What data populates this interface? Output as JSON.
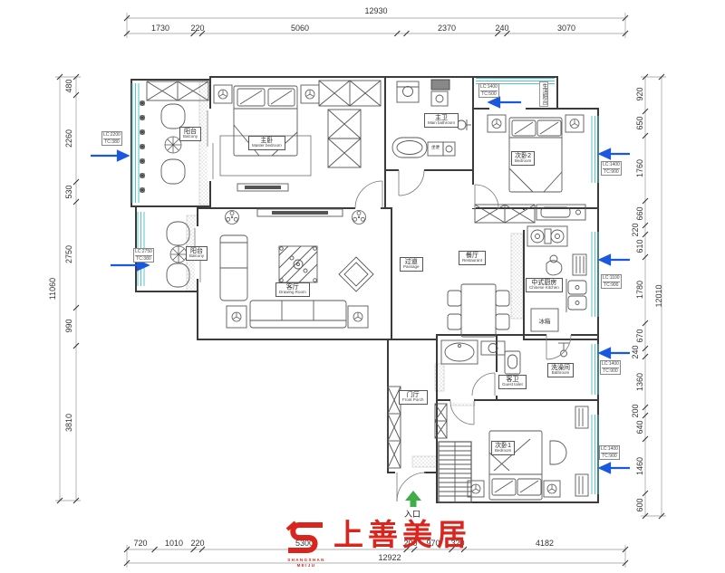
{
  "dims": {
    "top": {
      "overall": "12930",
      "segments": [
        "1730",
        "220",
        "5060",
        "2370",
        "240",
        "3070"
      ]
    },
    "left": {
      "overall": "11060",
      "segments": [
        "480",
        "2260",
        "530",
        "2750",
        "990",
        "3810"
      ]
    },
    "right": {
      "overall": "12010",
      "segments": [
        "920",
        "650",
        "1760",
        "660",
        "220",
        "610",
        "1780",
        "670",
        "240",
        "1360",
        "200",
        "640",
        "1460",
        "600"
      ]
    },
    "bottom": {
      "overall": "12922",
      "segments": [
        "720",
        "1010",
        "220",
        "5300",
        "200",
        "970",
        "320",
        "4182"
      ]
    }
  },
  "rooms": [
    {
      "zh": "阳台",
      "en": "Balcony"
    },
    {
      "zh": "主卧",
      "en": "Master bedroom"
    },
    {
      "zh": "主卫",
      "en": "Main bathroom"
    },
    {
      "zh": "次卧2",
      "en": "Bedroom"
    },
    {
      "zh": "阳台",
      "en": "Balcony"
    },
    {
      "zh": "客厅",
      "en": "Drawing Room"
    },
    {
      "zh": "过道",
      "en": "Passage"
    },
    {
      "zh": "餐厅",
      "en": "Restaurant"
    },
    {
      "zh": "中式厨房",
      "en": "Chinese Kitchen"
    },
    {
      "zh": "客卫",
      "en": "Guest toilet"
    },
    {
      "zh": "洗澡间",
      "en": "Bathroom"
    },
    {
      "zh": "门厅",
      "en": "Front Porch"
    },
    {
      "zh": "次卧1",
      "en": "Bedroom"
    }
  ],
  "specs": [
    {
      "l1": "LC:2200",
      "l2": "TC:380"
    },
    {
      "l1": "LC:2750",
      "l2": "TC:380"
    },
    {
      "l1": "LC:1400",
      "l2": "TC:500"
    },
    {
      "l1": "LC:1400",
      "l2": "TC:900"
    },
    {
      "l1": "LC:1100",
      "l2": "TC:900"
    },
    {
      "l1": "LC:1400",
      "l2": "TC:900"
    },
    {
      "l1": "LC:1400",
      "l2": "TC:900"
    }
  ],
  "fixtures": {
    "fridge": "冰箱",
    "toilet_niche": "坐便",
    "service_balcony": "生活阳台"
  },
  "entrance": {
    "label": "入口"
  },
  "logo": {
    "name": "上善美居",
    "sub1": "SHANGSHAN",
    "sub2": "MEIJU"
  },
  "colors": {
    "wall": "#3b3b3b",
    "window": "#55c7c7",
    "arrow_blue": "#1b58e0",
    "arrow_green": "#3fae49",
    "logo_red": "#d9251d"
  }
}
